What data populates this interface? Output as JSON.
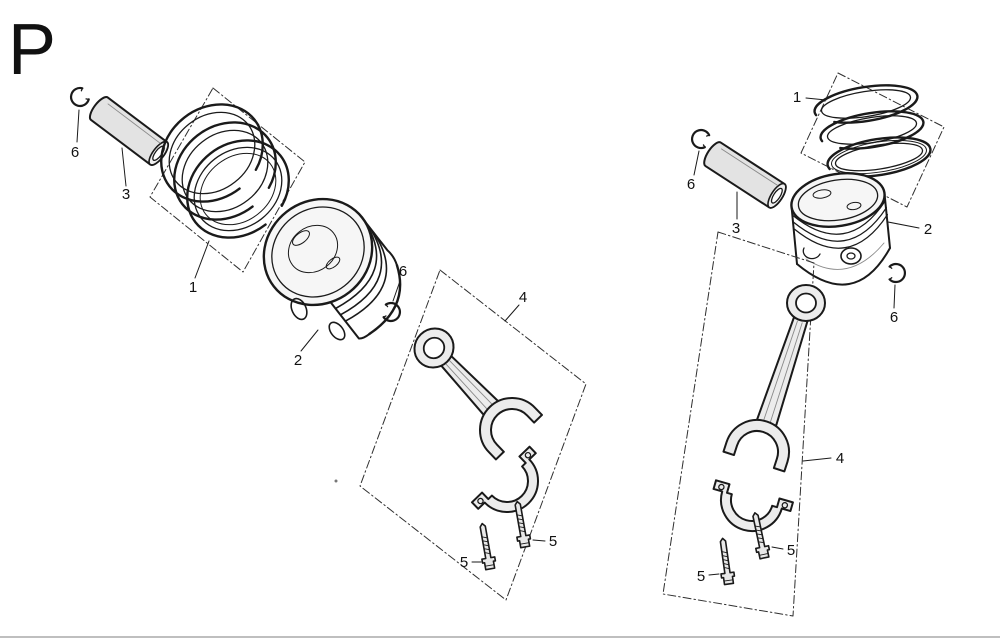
{
  "diagram": {
    "section_letter": "P",
    "callouts": {
      "piston_ring_set": "1",
      "piston": "2",
      "piston_pin": "3",
      "connecting_rod": "4",
      "rod_bolt": "5",
      "pin_clip": "6"
    },
    "colors": {
      "line": "#1a1a1a",
      "background": "#ffffff",
      "bottom_rule": "#aaaaaa"
    }
  }
}
